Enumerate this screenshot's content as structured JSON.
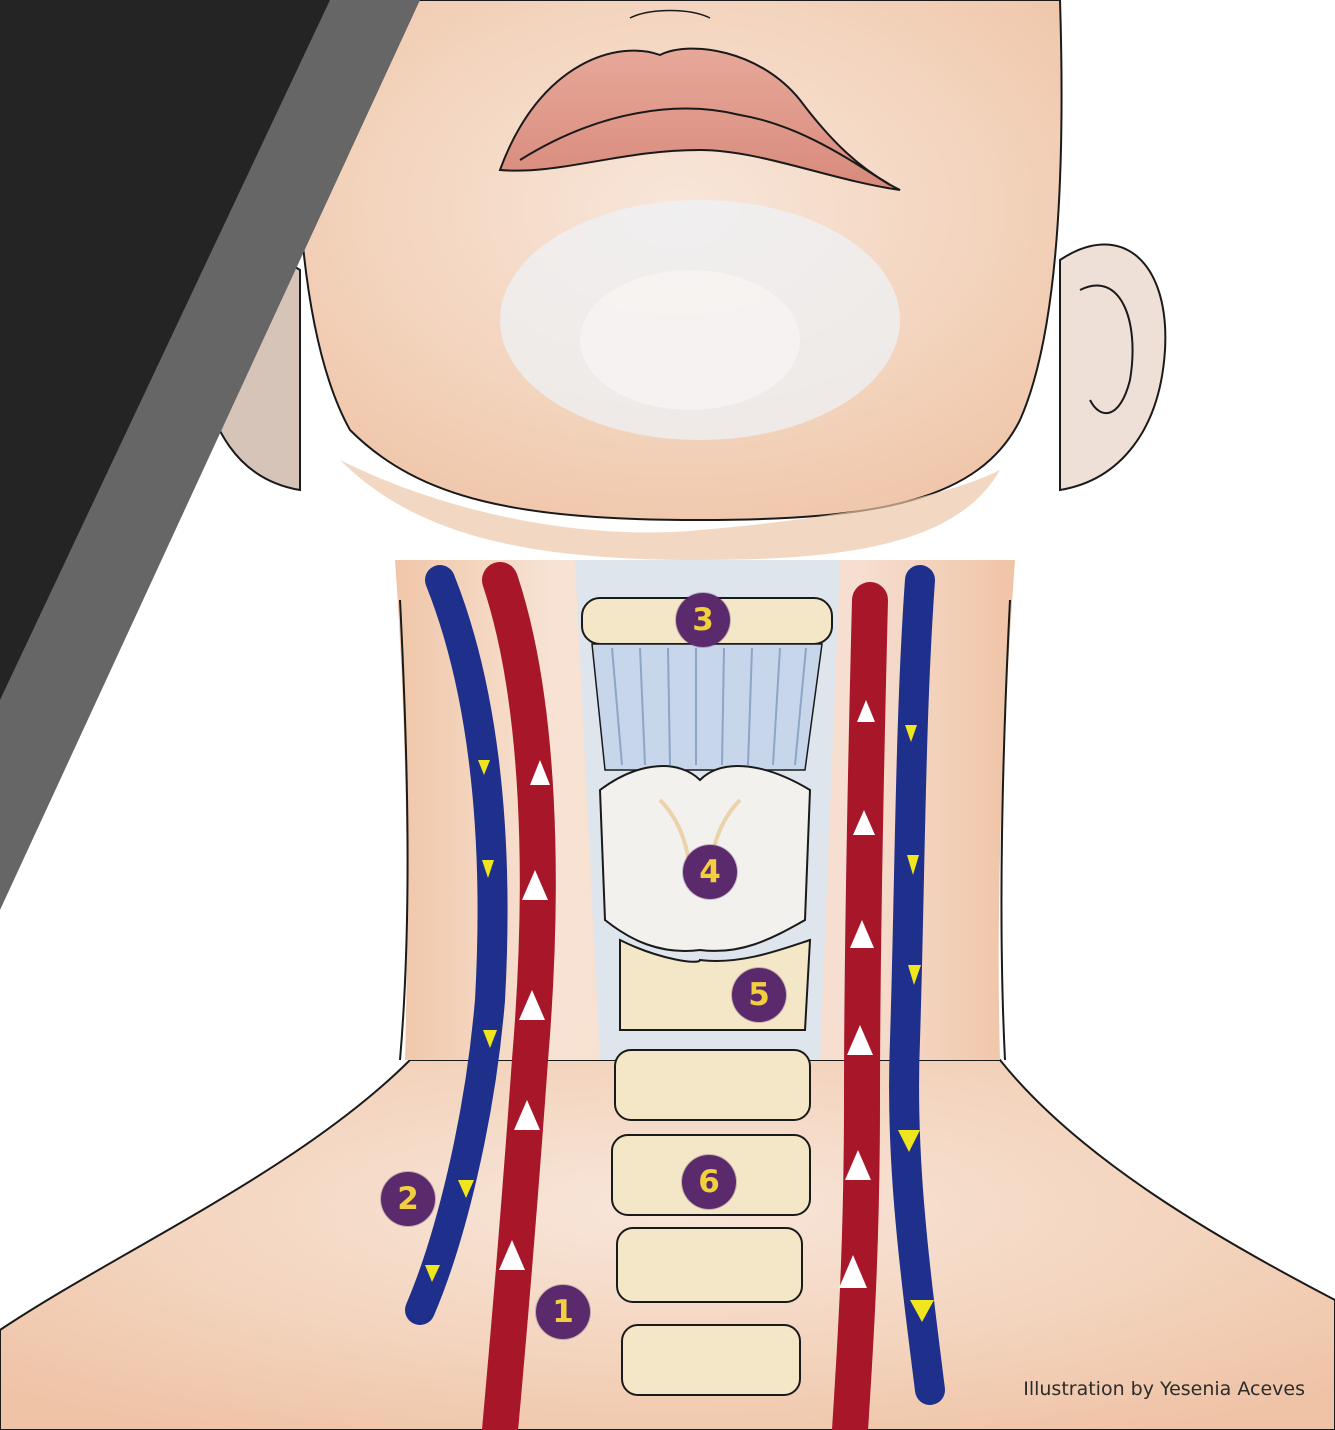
{
  "markers": [
    {
      "id": "1",
      "label": "1"
    },
    {
      "id": "2",
      "label": "2"
    },
    {
      "id": "3",
      "label": "3"
    },
    {
      "id": "4",
      "label": "4"
    },
    {
      "id": "5",
      "label": "5"
    },
    {
      "id": "6",
      "label": "6"
    }
  ],
  "credit": "Illustration by Yesenia Aceves",
  "colors": {
    "marker_fill": "#5a2a6c",
    "marker_text": "#f2cf3f",
    "artery": "#a8162a",
    "vein": "#1f2f8c",
    "vein_flow_arrow": "#f0e61e",
    "artery_flow_arrow": "#ffffff",
    "cartilage": "#f4e7c8",
    "skin": "#f3d3bc",
    "corner_band_dark": "#242424",
    "corner_band_gray": "#666666"
  }
}
